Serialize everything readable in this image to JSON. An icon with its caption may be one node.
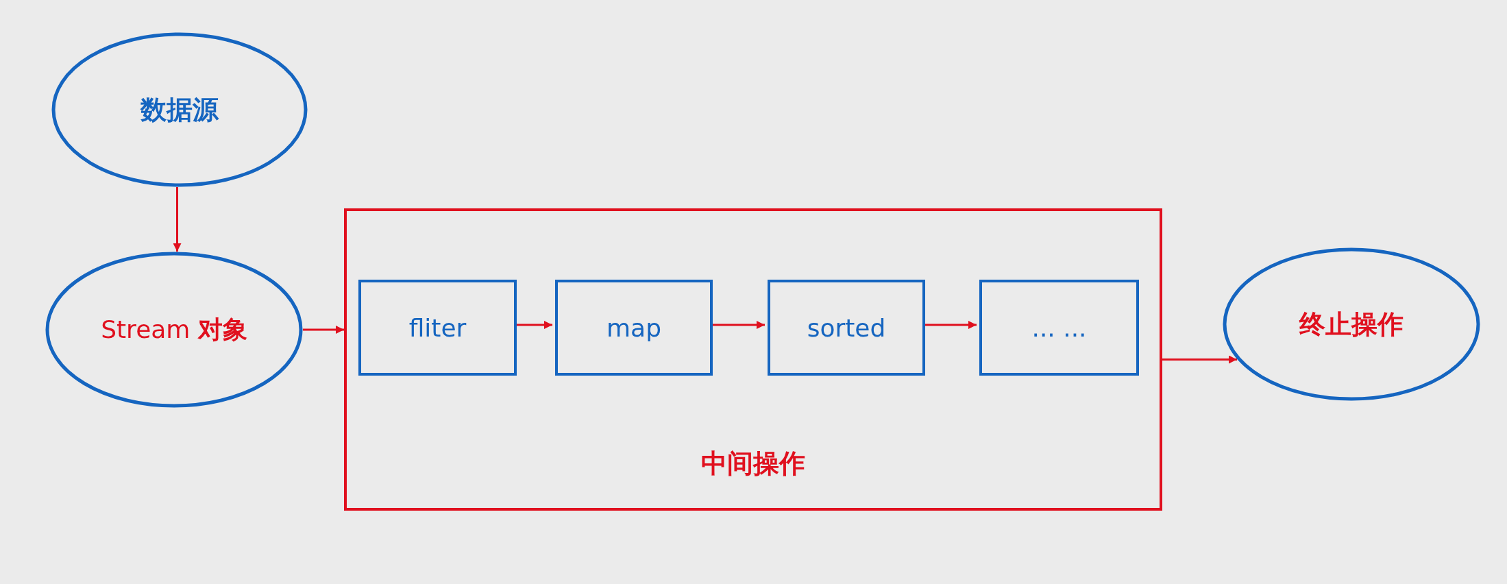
{
  "diagram": {
    "nodes": [
      {
        "text": [
          "数据源"
        ]
      },
      {
        "text": [
          "Stream **对象**"
        ]
      },
      {
        "text": [
          "中间操作"
        ]
      },
      {
        "text": [
          "fliter"
        ],
        "in": 2
      },
      {
        "text": [
          "map"
        ],
        "in": 2
      },
      {
        "text": [
          "sorted"
        ],
        "in": 2
      },
      {
        "text": [
          "... ..."
        ],
        "in": 2
      },
      {
        "text": [
          "终止操作"
        ]
      }
    ],
    "edges": [
      {
        "from": 0,
        "to": 1,
        "arrow": "to"
      },
      {
        "from": 1,
        "to": 2,
        "arrow": "to"
      },
      {
        "from": 3,
        "to": 4,
        "arrow": "to"
      },
      {
        "from": 4,
        "to": 5,
        "arrow": "to"
      },
      {
        "from": 5,
        "to": 6,
        "arrow": "to"
      },
      {
        "from": 2,
        "to": 7,
        "arrow": "to"
      }
    ]
  }
}
